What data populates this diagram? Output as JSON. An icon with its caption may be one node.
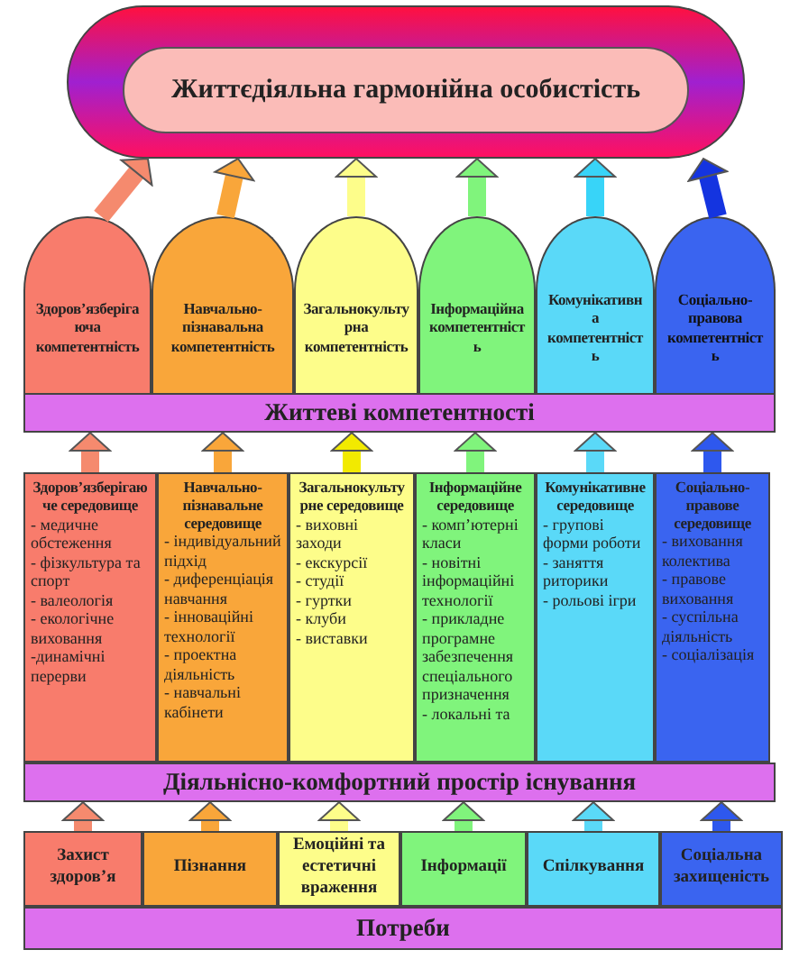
{
  "diagram": {
    "nodes": [
      {
        "text": [
          "Життєдіяльна гармонійна особистість"
        ]
      },
      {
        "text": [
          "Здоров’язберігаюча компетентність"
        ]
      },
      {
        "text": [
          "Навчально-пізнавальна компетентність"
        ]
      },
      {
        "text": [
          "Загальнокультурна компетентність"
        ]
      },
      {
        "text": [
          "Інформаційна компетентність"
        ]
      },
      {
        "text": [
          "Комунікативна компетентність"
        ]
      },
      {
        "text": [
          "Соціально-правова компетентність"
        ]
      },
      {
        "text": [
          "Життеві компетентності"
        ]
      },
      {
        "text": [
          "Здоров’язберігаюче середовище",
          "- медичне обстеження",
          "- фізкультура та спорт",
          "- валеологія",
          "- екологічне виховання",
          "-динамічні перерви"
        ]
      },
      {
        "text": [
          "Навчально-пізнавальне середовище",
          "- індивідуальний підхід",
          "- диференціація навчання",
          "- інноваційні технології",
          "- проектна діяльність",
          "- навчальні кабінети"
        ]
      },
      {
        "text": [
          "Загальнокультурне середовище",
          "- виховні заходи",
          "- екскурсії",
          "- студії",
          "- гуртки",
          "- клуби",
          "- виставки"
        ]
      },
      {
        "text": [
          "Інформаційне середовище",
          "- комп’ютерні класи",
          "- новітні інформаційні технології",
          "- прикладне програмне забезпечення спеціального призначення",
          "- локальні та"
        ]
      },
      {
        "text": [
          "Комунікативне середовище",
          "- групові форми роботи",
          "- заняття риторики",
          "- рольові ігри"
        ]
      },
      {
        "text": [
          "Соціально-правове середовище",
          "- виховання колектива",
          "- правове виховання",
          "- суспільна діяльність",
          "- соціалізація"
        ]
      },
      {
        "text": [
          "Діяльнісно-комфортний простір існування"
        ]
      },
      {
        "text": [
          "Захист здоров’я"
        ]
      },
      {
        "text": [
          "Пізнання"
        ]
      },
      {
        "text": [
          "Емоційні та естетичні враження"
        ]
      },
      {
        "text": [
          "Інформації"
        ]
      },
      {
        "text": [
          "Спілкування"
        ]
      },
      {
        "text": [
          "Соціальна захищеність"
        ]
      },
      {
        "text": [
          "Потреби"
        ]
      }
    ],
    "edges": [
      {
        "from": 1,
        "to": 0,
        "arrow": "to",
        "color": "#f58a6e"
      },
      {
        "from": 2,
        "to": 0,
        "arrow": "to",
        "color": "#f9a63a"
      },
      {
        "from": 3,
        "to": 0,
        "arrow": "to",
        "color": "#fdfd8a"
      },
      {
        "from": 4,
        "to": 0,
        "arrow": "to",
        "color": "#80f47c"
      },
      {
        "from": 5,
        "to": 0,
        "arrow": "to",
        "color": "#38d4f8"
      },
      {
        "from": 6,
        "to": 0,
        "arrow": "to",
        "color": "#1434e0"
      },
      {
        "from": 8,
        "to": 7,
        "arrow": "to",
        "color": "#f58a6e"
      },
      {
        "from": 9,
        "to": 7,
        "arrow": "to",
        "color": "#f9a63a"
      },
      {
        "from": 10,
        "to": 7,
        "arrow": "to",
        "color": "#f2ea00"
      },
      {
        "from": 11,
        "to": 7,
        "arrow": "to",
        "color": "#80f47c"
      },
      {
        "from": 12,
        "to": 7,
        "arrow": "to",
        "color": "#5ad9f8"
      },
      {
        "from": 13,
        "to": 7,
        "arrow": "to",
        "color": "#2e58ee"
      },
      {
        "from": 15,
        "to": 14,
        "arrow": "to",
        "color": "#f58a6e"
      },
      {
        "from": 16,
        "to": 14,
        "arrow": "to",
        "color": "#f9a63a"
      },
      {
        "from": 17,
        "to": 14,
        "arrow": "to",
        "color": "#fdfd8a"
      },
      {
        "from": 18,
        "to": 14,
        "arrow": "to",
        "color": "#80f47c"
      },
      {
        "from": 19,
        "to": 14,
        "arrow": "to",
        "color": "#5ad9f8"
      },
      {
        "from": 20,
        "to": 14,
        "arrow": "to",
        "color": "#2e58ee"
      }
    ]
  }
}
